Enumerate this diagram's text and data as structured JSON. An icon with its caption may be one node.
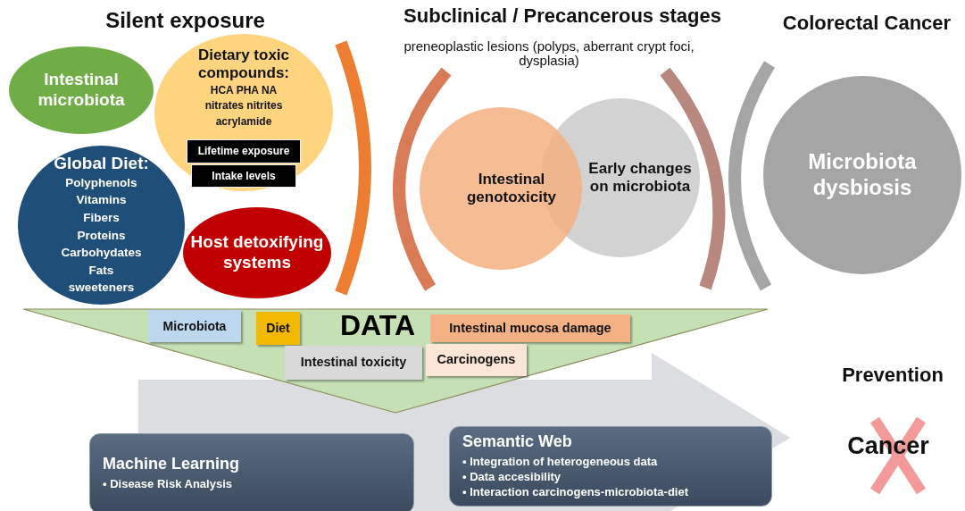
{
  "diagram": {
    "nodes": [
      {
        "text": [
          "Intestinal microbiota"
        ]
      },
      {
        "text": [
          "Dietary toxic compounds:",
          "HCA PHA NA",
          "nitrates nitrites",
          "acrylamide"
        ]
      },
      {
        "text": [
          "Lifetime exposure"
        ],
        "in": 1
      },
      {
        "text": [
          "Intake levels"
        ],
        "in": 1
      },
      {
        "text": [
          "Global Diet:",
          "Polyphenols",
          "Vitamins",
          "Fibers",
          "Proteins",
          "Carbohydates",
          "Fats",
          "sweeteners"
        ]
      },
      {
        "text": [
          "Host detoxifying systems"
        ]
      },
      {
        "text": [
          "Intestinal genotoxicity"
        ]
      },
      {
        "text": [
          "Early changes on microbiota"
        ]
      },
      {
        "text": [
          "Microbiota dysbiosis"
        ]
      },
      {
        "text": [
          "DATA"
        ]
      },
      {
        "text": [
          "Microbiota"
        ],
        "in": 9
      },
      {
        "text": [
          "Diet"
        ],
        "in": 9
      },
      {
        "text": [
          "Intestinal mucosa damage"
        ],
        "in": 9
      },
      {
        "text": [
          "Intestinal toxicity"
        ],
        "in": 9
      },
      {
        "text": [
          "Carcinogens"
        ],
        "in": 9
      },
      {
        "text": [
          "Machine Learning",
          "• Disease Risk Analysis"
        ]
      },
      {
        "text": [
          "Semantic Web",
          "• Integration of heterogeneous data",
          "• Data accesibility",
          "• Interaction carcinogens-microbiota-diet"
        ]
      }
    ],
    "edges": [
      {
        "from": 15,
        "to": 16,
        "arrow": "to"
      }
    ],
    "labels": [
      "Silent exposure",
      "Subclinical / Precancerous stages",
      "preneoplastic lesions (polyps, aberrant crypt foci, dysplasia)",
      "Colorectal Cancer",
      "Prevention",
      "Cancer"
    ]
  }
}
